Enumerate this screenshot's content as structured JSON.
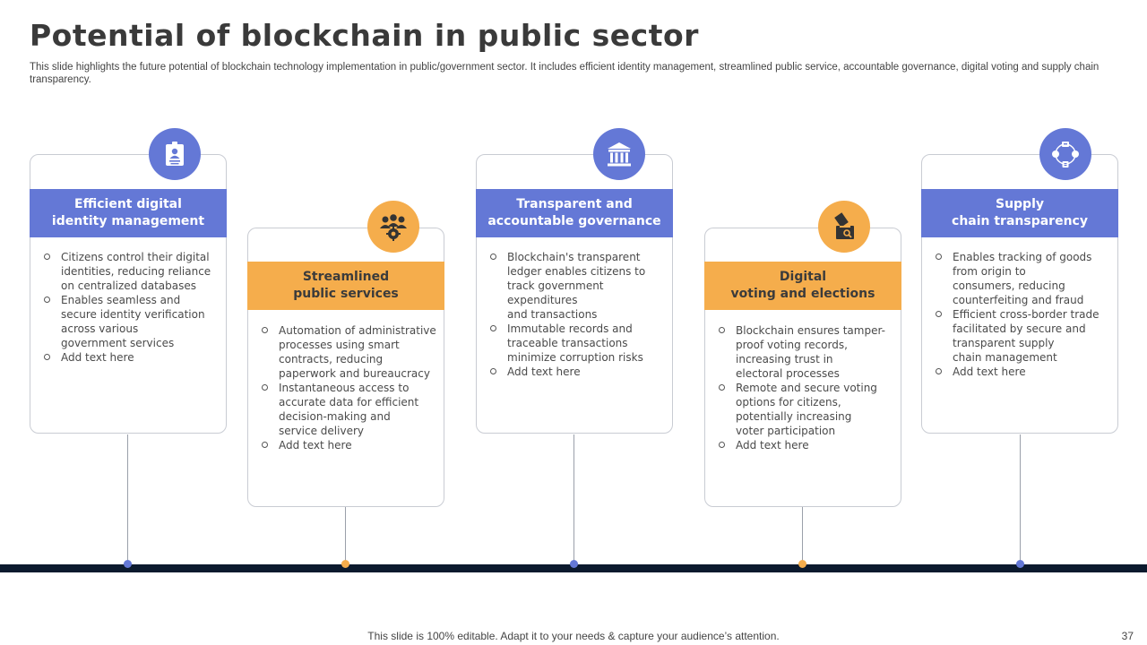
{
  "slide": {
    "title": "Potential of blockchain in public sector",
    "subtitle": "This slide highlights the future potential of blockchain technology implementation in public/government sector. It includes efficient identity management, streamlined public service, accountable governance, digital voting and supply chain transparency.",
    "footer": "This slide is 100% editable. Adapt it to your needs & capture your audience’s attention.",
    "page_number": "37"
  },
  "colors": {
    "blue": "#6478d6",
    "orange": "#f5ad4c",
    "bar": "#0c1a2e"
  },
  "cards": [
    {
      "heading": "Efficient digital\nidentity management",
      "icon": "id-badge-icon",
      "color": "blue",
      "bullets": [
        "Citizens control their digital\nidentities, reducing reliance\non centralized databases",
        "Enables seamless and\nsecure identity verification\nacross various\ngovernment  services",
        "Add text here"
      ]
    },
    {
      "heading": "Streamlined\npublic services",
      "icon": "people-gear-icon",
      "color": "orange",
      "bullets": [
        "Automation of administrative\nprocesses using smart\ncontracts, reducing\npaperwork  and bureaucracy",
        "Instantaneous access to\naccurate data for efficient\ndecision-making and\nservice delivery",
        "Add text here"
      ]
    },
    {
      "heading": "Transparent and\naccountable governance",
      "icon": "government-building-icon",
      "color": "blue",
      "bullets": [
        "Blockchain's transparent\nledger enables citizens to\ntrack government\nexpenditures\nand transactions",
        "Immutable records and\ntraceable transactions\nminimize corruption  risks",
        "Add text here"
      ]
    },
    {
      "heading": "Digital\nvoting and elections",
      "icon": "ballot-box-icon",
      "color": "orange",
      "bullets": [
        "Blockchain ensures tamper-\nproof voting records,\nincreasing trust in\nelectoral processes",
        "Remote and secure voting\noptions for citizens,\npotentially increasing\nvoter participation",
        "Add text here"
      ]
    },
    {
      "heading": "Supply\nchain transparency",
      "icon": "supply-chain-network-icon",
      "color": "blue",
      "bullets": [
        "Enables tracking of goods\nfrom origin to\nconsumers, reducing\ncounterfeiting and fraud",
        "Efficient cross-border trade\nfacilitated by secure and\ntransparent supply\nchain management",
        "Add text here"
      ]
    }
  ]
}
